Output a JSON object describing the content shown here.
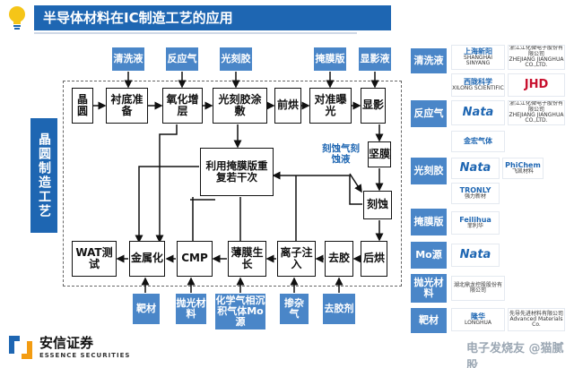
{
  "title": "半导体材料在IC制造工艺的应用",
  "side_label": "晶圆制造工艺",
  "top_materials": [
    "清洗液",
    "反应气",
    "光刻胶",
    "掩膜版",
    "显影液"
  ],
  "top_steps": [
    "晶圆",
    "衬底准备",
    "氧化增层",
    "光刻胶涂敷",
    "前烘",
    "对准曝光",
    "显影"
  ],
  "right_steps": [
    "坚膜",
    "刻蚀"
  ],
  "right_note": "刻蚀气刻蚀液",
  "center_step": "利用掩膜版重复若干次",
  "bottom_steps": [
    "WAT测试",
    "金属化",
    "CMP",
    "薄膜生长",
    "离子注入",
    "去胶",
    "后烘"
  ],
  "bottom_materials": [
    "靶材",
    "抛光材料",
    "化学气相沉积气体Mo源",
    "掺杂气",
    "去胶剂"
  ],
  "right_panel": {
    "labels": [
      "清洗液",
      "反应气",
      "光刻胶",
      "掩膜版",
      "Mo源",
      "抛光材料",
      "靶材"
    ],
    "logos": [
      {
        "name": "shanghai-xinyang-logo",
        "text": "上海新阳",
        "sub": "SHANGHAI SINYANG"
      },
      {
        "name": "jianghua-logo",
        "text": "浙江江化微电子股份有限公司",
        "sub": "ZHEJIANG JIANGHUA CO.,LTD."
      },
      {
        "name": "xilong-logo",
        "text": "西陇科学",
        "sub": "XILONG SCIENTIFIC"
      },
      {
        "name": "jhd-logo",
        "text": "JHD",
        "sub": ""
      },
      {
        "name": "nata-logo-1",
        "text": "Nata",
        "sub": ""
      },
      {
        "name": "jianghua-logo-2",
        "text": "浙江江化微电子股份有限公司",
        "sub": "ZHEJIANG JIANGHUA CO.,LTD."
      },
      {
        "name": "jinhong-logo",
        "text": "金宏气体",
        "sub": ""
      },
      {
        "name": "nata-logo-2",
        "text": "Nata",
        "sub": ""
      },
      {
        "name": "phichem-logo",
        "text": "PhiChem",
        "sub": "飞凯材料"
      },
      {
        "name": "tronly-logo",
        "text": "TRONLY",
        "sub": "强力新材"
      },
      {
        "name": "feilihua-logo",
        "text": "Feilihua",
        "sub": "菲利华"
      },
      {
        "name": "nata-logo-3",
        "text": "Nata",
        "sub": ""
      },
      {
        "name": "dinglong-logo",
        "text": "湖北鼎龙控股股份有限公司",
        "sub": ""
      },
      {
        "name": "longhua-logo",
        "text": "隆华",
        "sub": "LONGHUA"
      },
      {
        "name": "advanced-materials-logo",
        "text": "先导先进材料有限公司",
        "sub": "Advanced Materials Co."
      }
    ]
  },
  "company": {
    "name": "安信证券",
    "en": "ESSENCE SECURITIES"
  },
  "watermark": "电子发烧友 @猫腻股"
}
